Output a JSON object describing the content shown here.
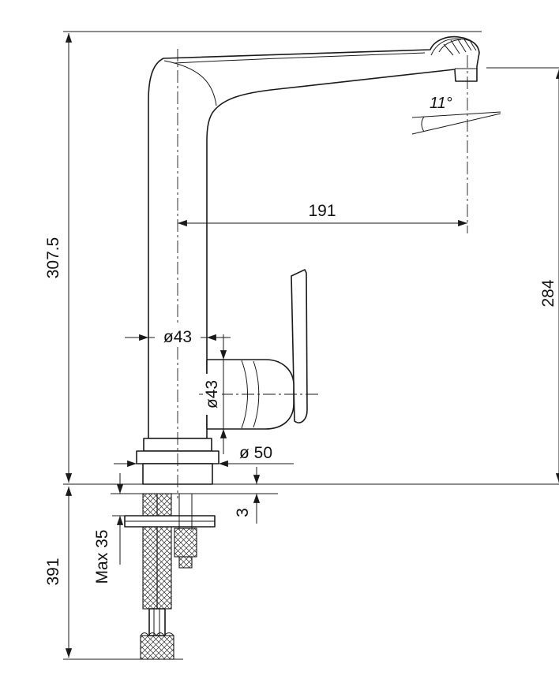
{
  "drawing": {
    "type": "faucet-dimension-drawing",
    "background": "#ffffff",
    "line_color": "#1a1a1a",
    "labels": {
      "overall_height": "307.5",
      "under_counter_length": "391",
      "spout_reach": "191",
      "spout_height": "284",
      "spout_angle": "11°",
      "body_diameter": "ø43",
      "cartridge_diameter": "ø43",
      "base_diameter": "ø 50",
      "deck_plate_thickness": "3",
      "max_counter_thickness": "Max 35"
    }
  }
}
